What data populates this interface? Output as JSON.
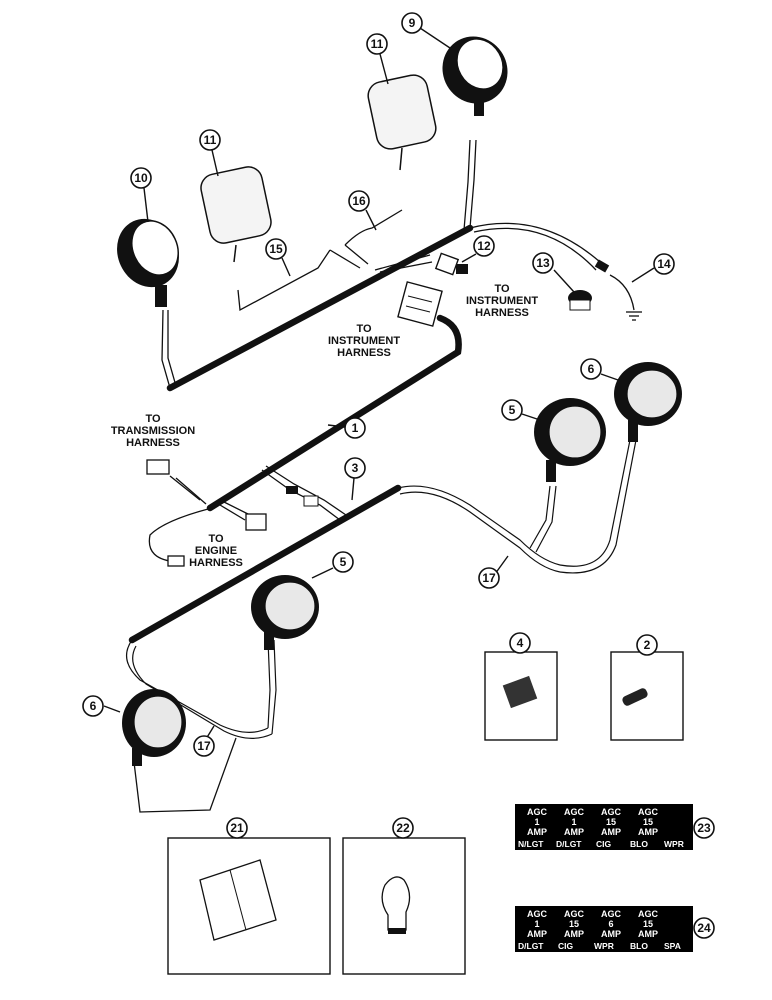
{
  "callouts": {
    "c9": "9",
    "c11a": "11",
    "c11b": "11",
    "c10": "10",
    "c16": "16",
    "c15": "15",
    "c12": "12",
    "c13": "13",
    "c14": "14",
    "c6a": "6",
    "c5a": "5",
    "c1": "1",
    "c3": "3",
    "c5b": "5",
    "c17a": "17",
    "c4": "4",
    "c2": "2",
    "c6b": "6",
    "c17b": "17",
    "c21": "21",
    "c22": "22",
    "c23": "23",
    "c24": "24"
  },
  "labels": {
    "instrument_harness_right": [
      "TO",
      "INSTRUMENT",
      "HARNESS"
    ],
    "instrument_harness_center": [
      "TO",
      "INSTRUMENT",
      "HARNESS"
    ],
    "transmission_harness": [
      "TO",
      "TRANSMISSION",
      "HARNESS"
    ],
    "engine_harness": [
      "TO",
      "ENGINE",
      "HARNESS"
    ]
  },
  "fuse_block_23": {
    "rows": [
      [
        "AGC",
        "AGC",
        "AGC",
        "AGC"
      ],
      [
        "1",
        "1",
        "15",
        "15"
      ],
      [
        "AMP",
        "AMP",
        "AMP",
        "AMP"
      ]
    ],
    "names": [
      "N/LGT",
      "D/LGT",
      "CIG",
      "BLO",
      "WPR"
    ]
  },
  "fuse_block_24": {
    "rows": [
      [
        "AGC",
        "AGC",
        "AGC",
        "AGC"
      ],
      [
        "1",
        "15",
        "6",
        "15"
      ],
      [
        "AMP",
        "AMP",
        "AMP",
        "AMP"
      ]
    ],
    "names": [
      "D/LGT",
      "CIG",
      "WPR",
      "BLO",
      "SPA"
    ]
  }
}
